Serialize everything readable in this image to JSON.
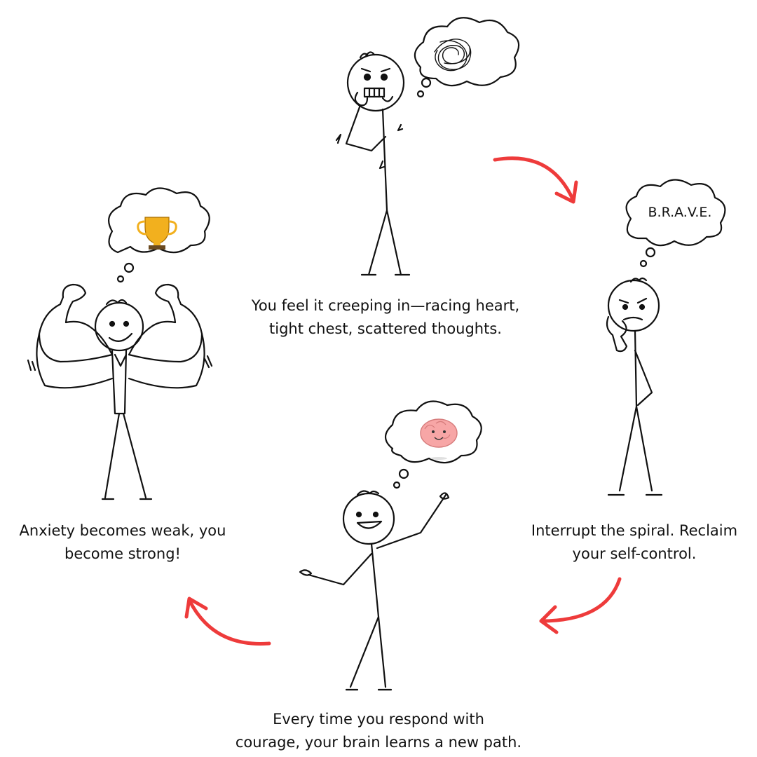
{
  "steps": [
    {
      "id": "anxiety-onset",
      "caption_lines": [
        "You feel it creeping in—racing heart,",
        "tight chest, scattered thoughts."
      ],
      "thought": "scribble"
    },
    {
      "id": "brave-interrupt",
      "caption_lines": [
        "Interrupt the spiral. Reclaim",
        "your self-control."
      ],
      "thought_text": "B.R.A.V.E."
    },
    {
      "id": "courage-response",
      "caption_lines": [
        "Every time you respond with",
        "courage, your brain learns a new path."
      ],
      "thought": "happy-brain-icon"
    },
    {
      "id": "strength",
      "caption_lines": [
        "Anxiety becomes weak, you",
        "become strong!"
      ],
      "thought": "trophy-icon"
    }
  ],
  "colors": {
    "arrow": "#ee3b3b",
    "ink": "#111111",
    "trophy": "#f2b01e",
    "brain": "#f7a6a6"
  }
}
